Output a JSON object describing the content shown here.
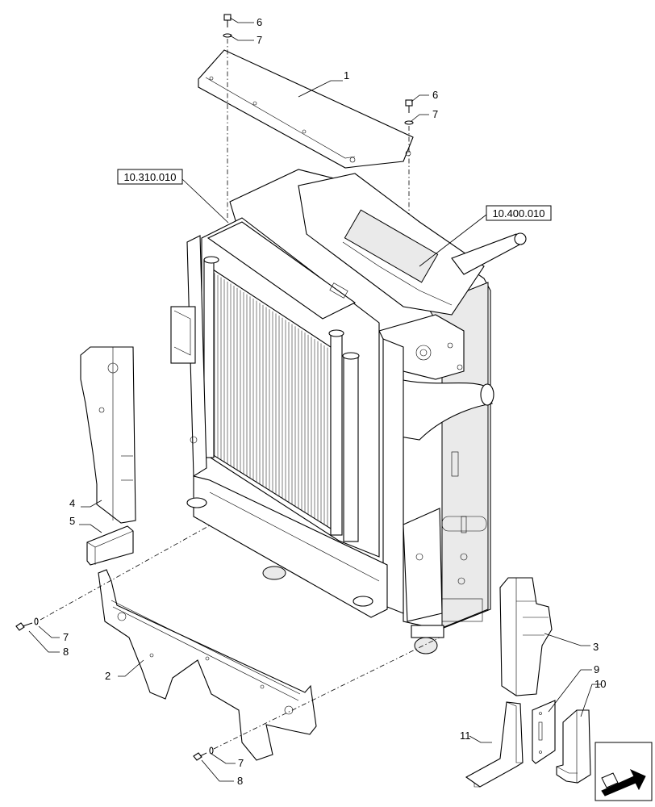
{
  "references": {
    "radiator_ref": "10.310.010",
    "cooler_ref": "10.400.010"
  },
  "callouts": {
    "c1": "1",
    "c2": "2",
    "c3": "3",
    "c4": "4",
    "c5": "5",
    "c6a": "6",
    "c6b": "6",
    "c7a": "7",
    "c7b": "7",
    "c7c": "7",
    "c7d": "7",
    "c8a": "8",
    "c8b": "8",
    "c9": "9",
    "c10": "10",
    "c11": "11"
  },
  "icons": {
    "nav": "navigation-arrow-icon"
  }
}
